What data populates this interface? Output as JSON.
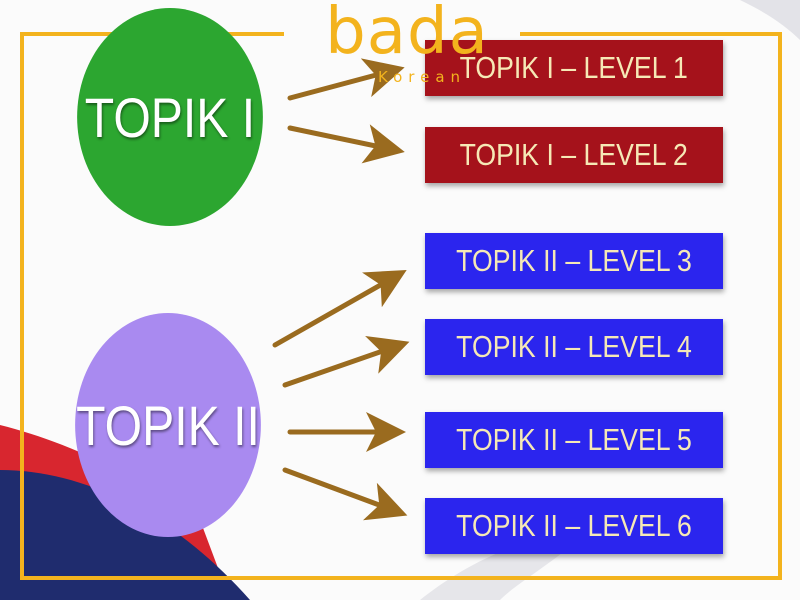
{
  "logo": {
    "word": "bada",
    "sub": "Korean"
  },
  "groups": [
    {
      "label": "TOPIK I",
      "color": "#2ca630",
      "levels": [
        "TOPIK I – LEVEL 1",
        "TOPIK I – LEVEL 2"
      ],
      "level_color": "#a5121b"
    },
    {
      "label": "TOPIK II",
      "color": "#a98af0",
      "levels": [
        "TOPIK II – LEVEL 3",
        "TOPIK II – LEVEL 4",
        "TOPIK II – LEVEL 5",
        "TOPIK II – LEVEL 6"
      ],
      "level_color": "#2b25ee"
    }
  ],
  "colors": {
    "frame": "#f3b31d",
    "arrow": "#9a6b1f",
    "flag_red": "#d8262f",
    "flag_navy": "#1f2c6e"
  }
}
